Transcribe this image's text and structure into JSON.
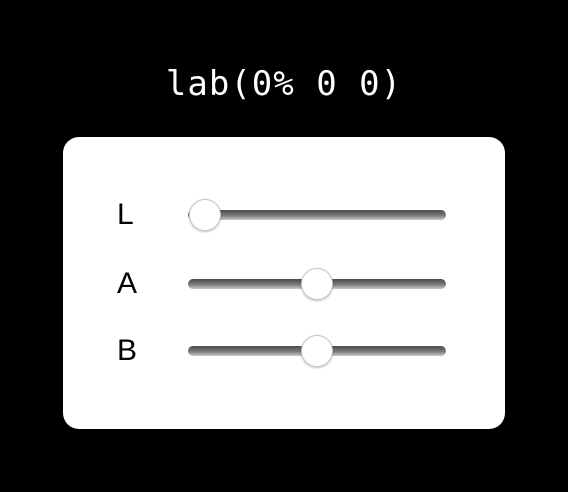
{
  "readout": "lab(0% 0 0)",
  "sliders": [
    {
      "label": "L",
      "value": 0,
      "min": 0,
      "max": 100
    },
    {
      "label": "A",
      "value": 0,
      "min": -125,
      "max": 125
    },
    {
      "label": "B",
      "value": 0,
      "min": -125,
      "max": 125
    }
  ],
  "colors": {
    "page_background": "#000000",
    "panel_background": "#ffffff",
    "readout_text": "#ffffff"
  }
}
